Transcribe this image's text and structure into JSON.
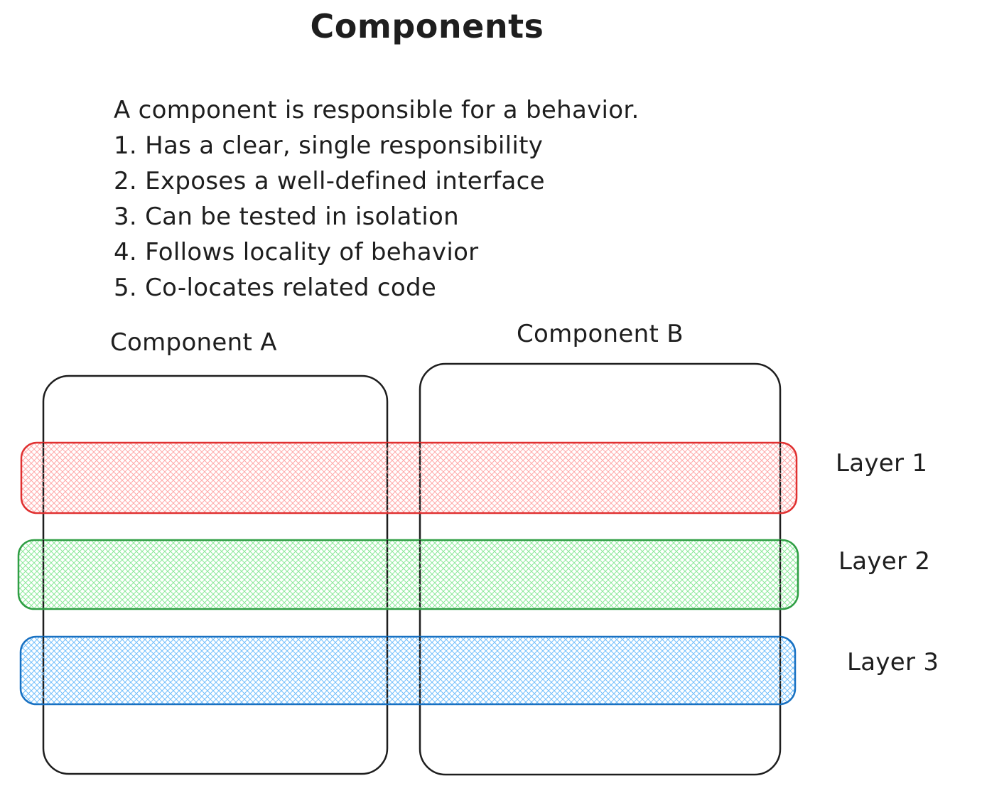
{
  "title": "Components",
  "description": {
    "intro": "A component is responsible for a behavior.",
    "points": [
      "1. Has a clear, single responsibility",
      "2. Exposes a well-defined interface",
      "3. Can be tested in isolation",
      "4. Follows locality of behavior",
      "5. Co-locates related code"
    ]
  },
  "components": [
    {
      "label": "Component A"
    },
    {
      "label": "Component B"
    }
  ],
  "layers": [
    {
      "label": "Layer 1",
      "stroke": "#e03131",
      "fill": "#ffc9c9"
    },
    {
      "label": "Layer 2",
      "stroke": "#2f9e44",
      "fill": "#b2f2bb"
    },
    {
      "label": "Layer 3",
      "stroke": "#1971c2",
      "fill": "#a5d8ff"
    }
  ]
}
